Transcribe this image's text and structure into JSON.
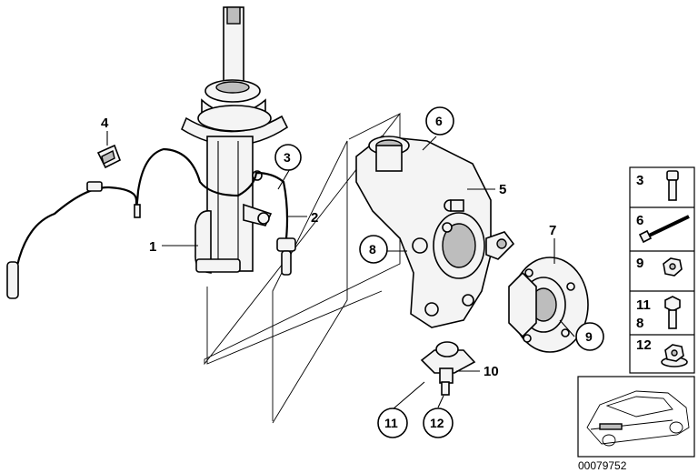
{
  "diagram": {
    "callouts": {
      "c1": "1",
      "c2": "2",
      "c3": "3",
      "c4": "4",
      "c5": "5",
      "c6": "6",
      "c7": "7",
      "c8": "8",
      "c9": "9",
      "c10": "10",
      "c11": "11",
      "c12": "12"
    },
    "parts_panel": {
      "rows": [
        {
          "label": "3"
        },
        {
          "label": "6"
        },
        {
          "label": "9"
        },
        {
          "label": "11",
          "label2": "8"
        },
        {
          "label": "12"
        }
      ]
    },
    "reference_number": "00079752"
  }
}
